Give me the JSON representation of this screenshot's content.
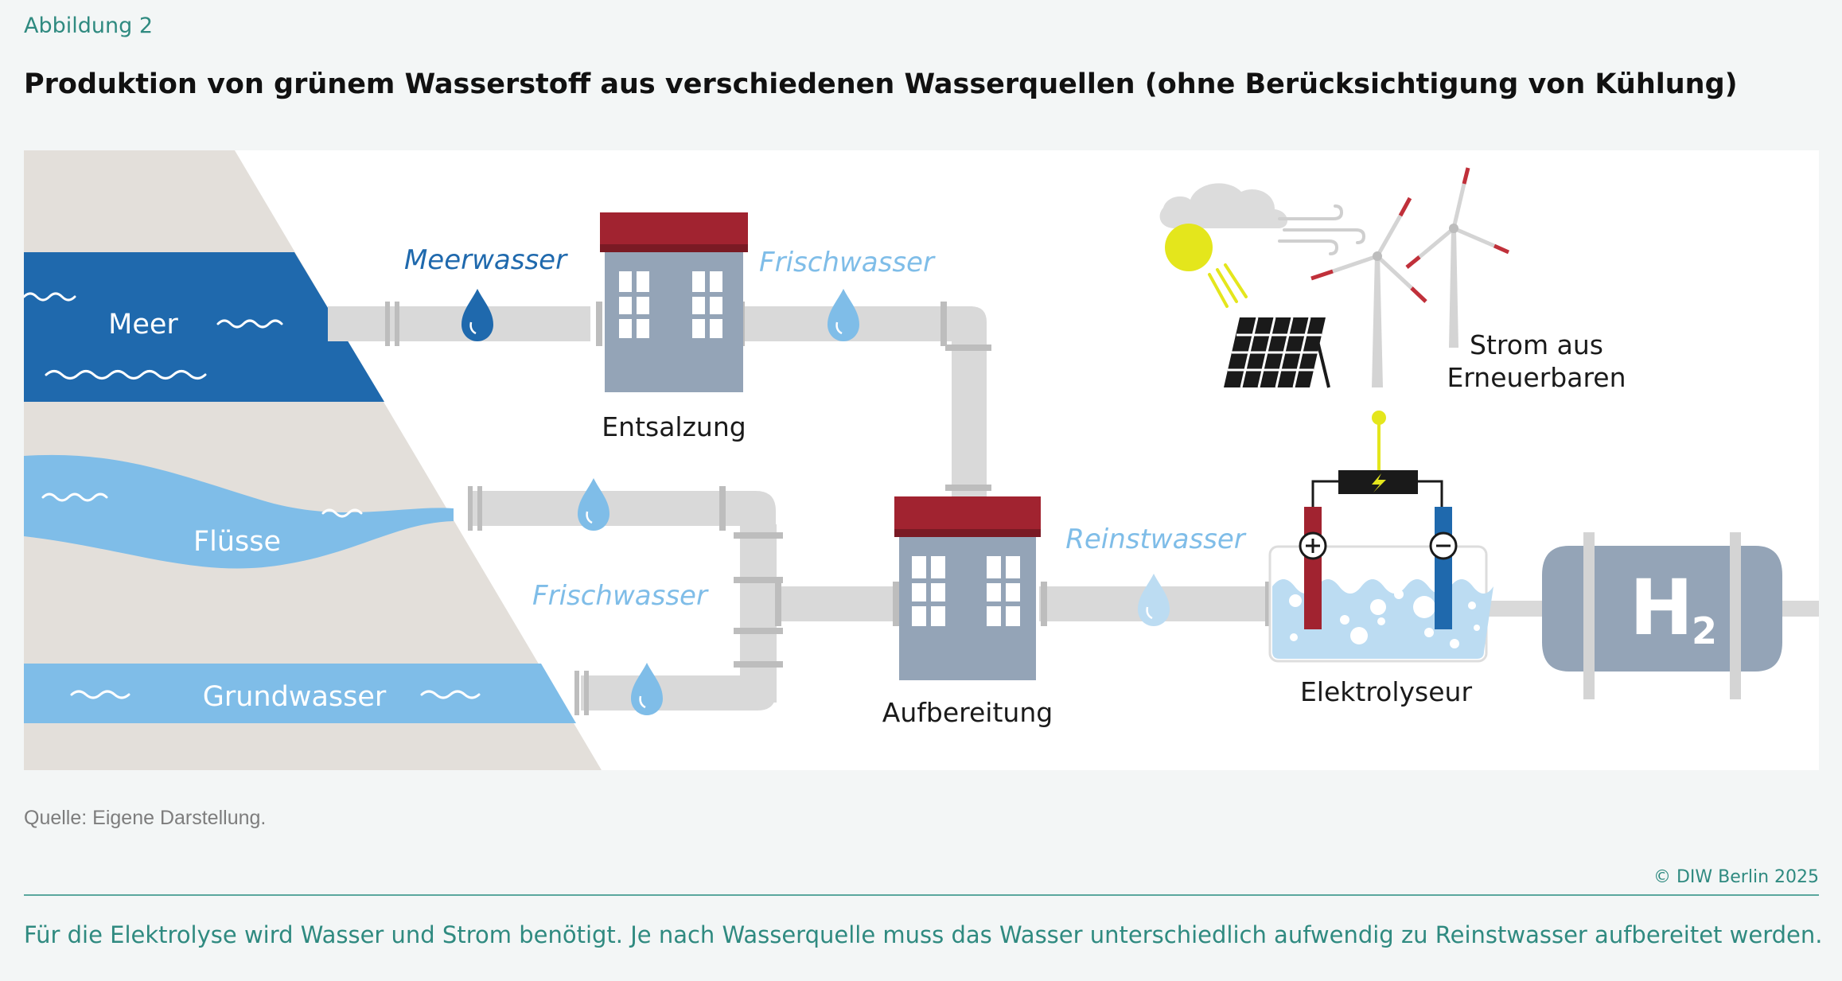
{
  "figure": {
    "label": "Abbildung 2",
    "title": "Produktion von grünem Wasserstoff aus verschiedenen Wasserquellen (ohne Berücksichtigung von Kühlung)"
  },
  "sources": {
    "meer": "Meer",
    "fluesse": "Flüsse",
    "grundwasser": "Grundwasser"
  },
  "flows": {
    "meerwasser": "Meerwasser",
    "frischwasser_top": "Frischwasser",
    "frischwasser_bottom": "Frischwasser",
    "reinstwasser": "Reinstwasser"
  },
  "nodes": {
    "entsalzung": "Entsalzung",
    "aufbereitung": "Aufbereitung",
    "elektrolyseur": "Elektrolyseur",
    "strom_line1": "Strom aus",
    "strom_line2": "Erneuerbaren",
    "hydrogen_symbol": "H",
    "hydrogen_subscript": "2"
  },
  "footer": {
    "source": "Quelle: Eigene Darstellung.",
    "copyright": "© DIW Berlin 2025",
    "caption": "Für die Elektrolyse wird Wasser und Strom benötigt. Je nach Wasserquelle muss das Wasser unterschiedlich aufwendig zu Reinstwasser aufbereitet werden."
  },
  "colors": {
    "sea": "#1f69ad",
    "fresh": "#7fbde8",
    "pure": "#bcdcf2",
    "pipe": "#d9d9d9",
    "building": "#94a4b7",
    "roof": "#a12330",
    "accent": "#2f8a80",
    "sun": "#e4e61c",
    "anode": "#a12330",
    "cathode": "#1f69ad"
  }
}
